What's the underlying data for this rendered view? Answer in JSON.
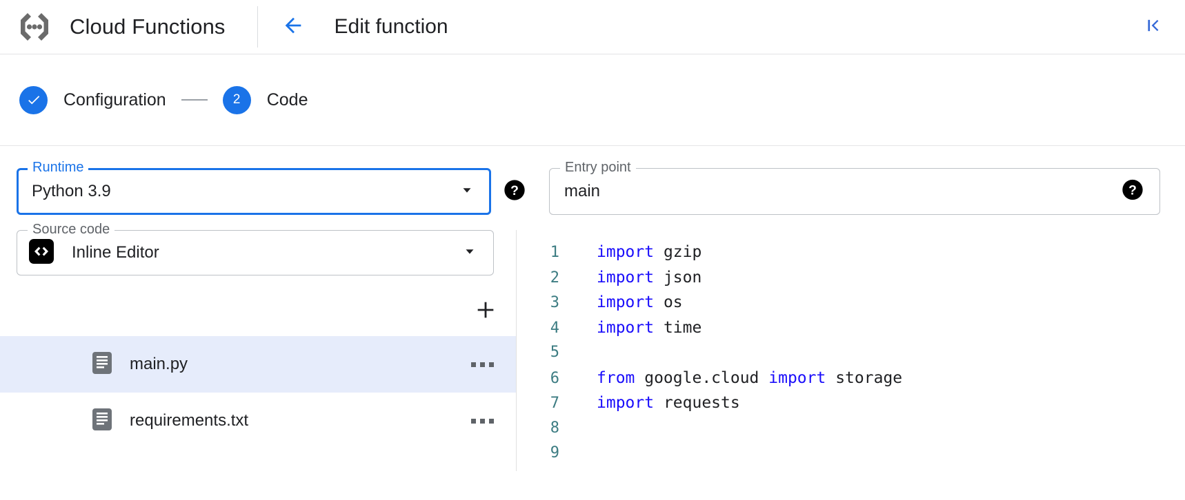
{
  "appbar": {
    "logo_icon": "cloud-functions-logo",
    "brand_title": "Cloud Functions",
    "back_icon": "arrow-left-icon",
    "page_title": "Edit function",
    "collapse_icon": "collapse-panel-icon"
  },
  "stepper": {
    "steps": [
      {
        "marker": "✓",
        "label": "Configuration",
        "state": "done"
      },
      {
        "marker": "2",
        "label": "Code",
        "state": "active"
      }
    ],
    "connector": "—"
  },
  "runtime": {
    "label": "Runtime",
    "value": "Python 3.9",
    "dropdown_icon": "chevron-down-icon",
    "help_icon": "help-circle-icon",
    "focused": true
  },
  "entry_point": {
    "label": "Entry point",
    "value": "main",
    "placeholder": "main",
    "help_icon": "help-circle-icon"
  },
  "source_code": {
    "label": "Source code",
    "value": "Inline Editor",
    "leading_icon": "code-brackets-icon",
    "dropdown_icon": "chevron-down-icon"
  },
  "files": {
    "add_icon": "plus-icon",
    "more_icon": "more-horizontal-icon",
    "file_icon": "text-file-icon",
    "items": [
      {
        "name": "main.py",
        "selected": true
      },
      {
        "name": "requirements.txt",
        "selected": false
      }
    ]
  },
  "colors": {
    "accent": "#1a73e8",
    "selected_row": "#e6ecfb",
    "keyword": "#1a0dfb",
    "line_number": "#3c7c82",
    "text": "#202124"
  },
  "editor": {
    "lines": [
      {
        "n": "1",
        "tokens": [
          {
            "t": "import",
            "c": "kw"
          },
          {
            "t": " gzip",
            "c": "pl"
          }
        ]
      },
      {
        "n": "2",
        "tokens": [
          {
            "t": "import",
            "c": "kw"
          },
          {
            "t": " json",
            "c": "pl"
          }
        ]
      },
      {
        "n": "3",
        "tokens": [
          {
            "t": "import",
            "c": "kw"
          },
          {
            "t": " os",
            "c": "pl"
          }
        ]
      },
      {
        "n": "4",
        "tokens": [
          {
            "t": "import",
            "c": "kw"
          },
          {
            "t": " time",
            "c": "pl"
          }
        ]
      },
      {
        "n": "5",
        "tokens": []
      },
      {
        "n": "6",
        "tokens": [
          {
            "t": "from",
            "c": "kw"
          },
          {
            "t": " google.cloud ",
            "c": "pl"
          },
          {
            "t": "import",
            "c": "kw"
          },
          {
            "t": " storage",
            "c": "pl"
          }
        ]
      },
      {
        "n": "7",
        "tokens": [
          {
            "t": "import",
            "c": "kw"
          },
          {
            "t": " requests",
            "c": "pl"
          }
        ]
      },
      {
        "n": "8",
        "tokens": []
      },
      {
        "n": "9",
        "tokens": []
      }
    ]
  }
}
